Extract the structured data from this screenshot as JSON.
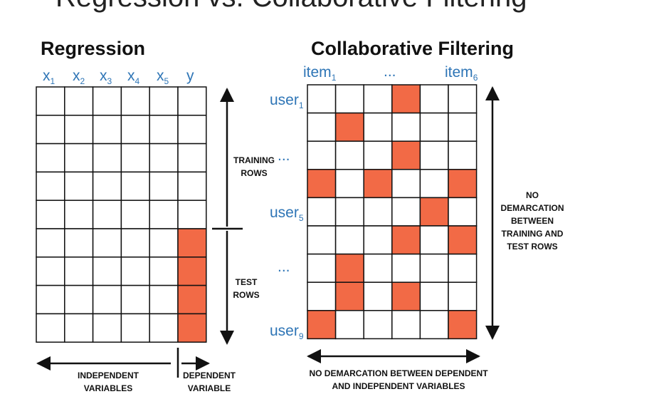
{
  "slide_title": "Regression vs. Collaborative Filtering",
  "colors": {
    "highlight": "#f26a46",
    "accent_text": "#2e75b6",
    "grid": "#111111"
  },
  "regression": {
    "title": "Regression",
    "feature_labels": [
      {
        "base": "x",
        "sub": "1"
      },
      {
        "base": "x",
        "sub": "2"
      },
      {
        "base": "x",
        "sub": "3"
      },
      {
        "base": "x",
        "sub": "4"
      },
      {
        "base": "x",
        "sub": "5"
      },
      {
        "base": "y",
        "sub": ""
      }
    ],
    "rows": 9,
    "cols": 6,
    "training_label": [
      "TRAINING",
      "ROWS"
    ],
    "test_label": [
      "TEST",
      "ROWS"
    ],
    "independent_label": [
      "INDEPENDENT",
      "VARIABLES"
    ],
    "dependent_label": [
      "DEPENDENT",
      "VARIABLE"
    ],
    "highlighted": [
      [
        5,
        5
      ],
      [
        6,
        5
      ],
      [
        7,
        5
      ],
      [
        8,
        5
      ]
    ]
  },
  "cf": {
    "title": "Collaborative Filtering",
    "item_labels": [
      {
        "base": "item",
        "sub": "1"
      },
      {
        "base": "...",
        "sub": ""
      },
      {
        "base": "item",
        "sub": "6"
      }
    ],
    "user_labels": [
      {
        "base": "user",
        "sub": "1"
      },
      {
        "base": "...",
        "sub": ""
      },
      {
        "base": "user",
        "sub": "5"
      },
      {
        "base": "...",
        "sub": ""
      },
      {
        "base": "user",
        "sub": "9"
      }
    ],
    "rows": 9,
    "cols": 6,
    "right_label": [
      "NO",
      "DEMARCATION",
      "BETWEEN",
      "TRAINING AND",
      "TEST ROWS"
    ],
    "bottom_label": [
      "NO DEMARCATION BETWEEN DEPENDENT",
      "AND INDEPENDENT VARIABLES"
    ],
    "highlighted": [
      [
        0,
        3
      ],
      [
        1,
        1
      ],
      [
        2,
        3
      ],
      [
        3,
        0
      ],
      [
        3,
        2
      ],
      [
        3,
        5
      ],
      [
        4,
        4
      ],
      [
        5,
        3
      ],
      [
        5,
        5
      ],
      [
        6,
        1
      ],
      [
        7,
        1
      ],
      [
        7,
        3
      ],
      [
        8,
        0
      ],
      [
        8,
        5
      ]
    ]
  }
}
